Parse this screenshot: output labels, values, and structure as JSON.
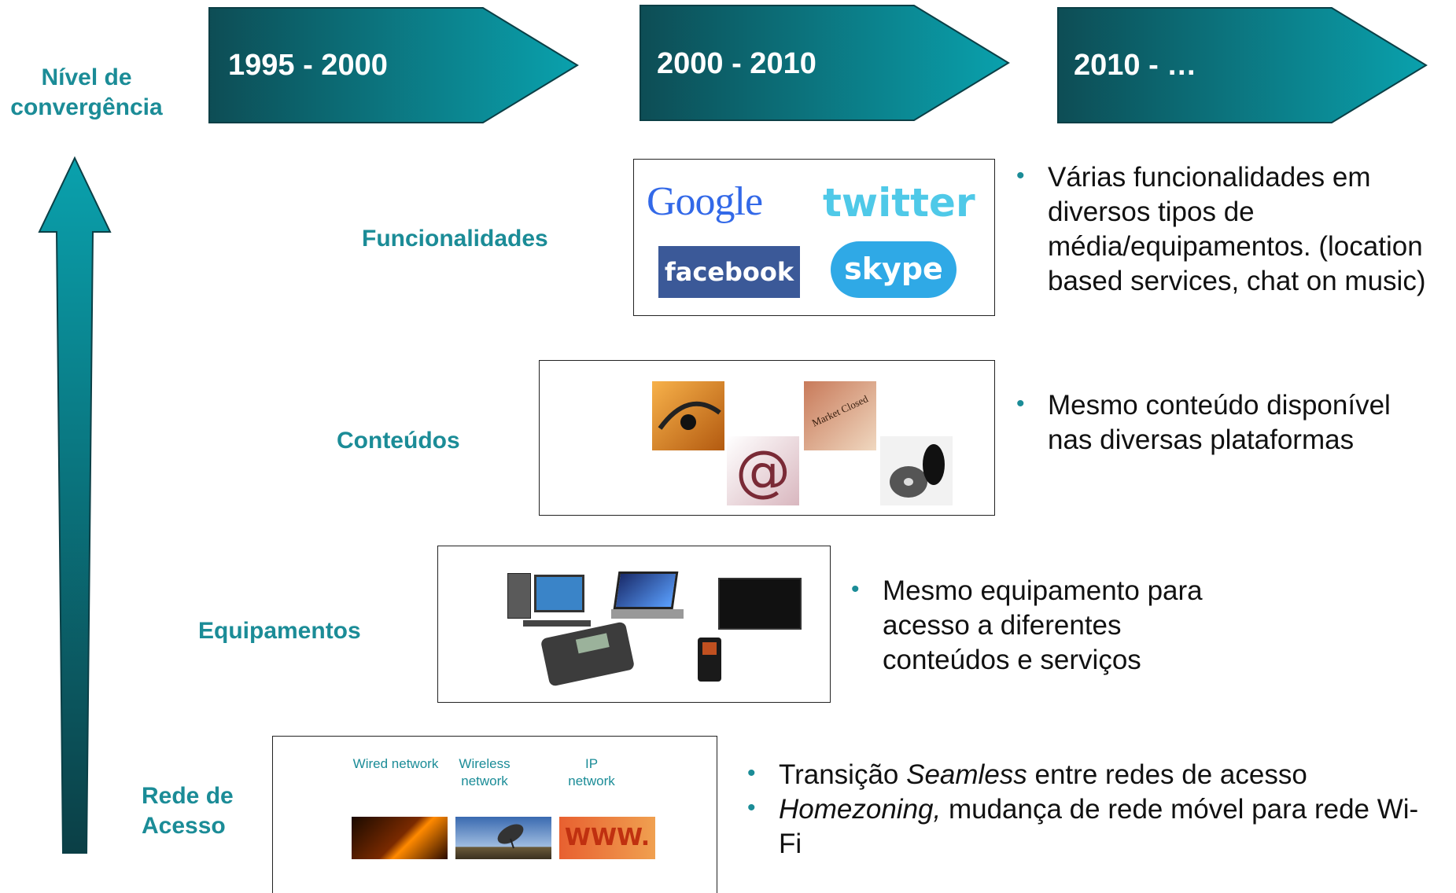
{
  "axis": {
    "title": "Nível de convergência"
  },
  "periods": [
    {
      "label": "1995 - 2000"
    },
    {
      "label": "2000 - 2010"
    },
    {
      "label": "2010 - …"
    }
  ],
  "levels": {
    "funcionalidades": {
      "title": "Funcionalidades",
      "logos": [
        "Google",
        "twitter",
        "facebook",
        "skype"
      ],
      "bullets": [
        "Várias funcionalidades em diversos tipos de média/equipamentos. (location based services, chat on music)"
      ]
    },
    "conteudos": {
      "title": "Conteúdos",
      "bullets": [
        "Mesmo conteúdo disponível nas diversas plataformas"
      ]
    },
    "equipamentos": {
      "title": "Equipamentos",
      "bullets": [
        "Mesmo equipamento para acesso a diferentes conteúdos e serviços"
      ]
    },
    "rede": {
      "title": "Rede de Acesso",
      "networks": [
        "Wired network",
        "Wireless network",
        "IP network"
      ],
      "www": "WWW.",
      "bullet1": {
        "pre": "Transição ",
        "em": "Seamless",
        "post": " entre redes de acesso"
      },
      "bullet2": {
        "em": "Homezoning,",
        "post": " mudança de rede móvel para rede Wi-Fi"
      }
    }
  },
  "colors": {
    "teal": "#1b8c97",
    "chevron_dark": "#0d4d55",
    "chevron_light": "#0aa1ad",
    "facebook": "#3b5998",
    "twitter": "#4fc9e8",
    "skype": "#2fa9e6"
  }
}
